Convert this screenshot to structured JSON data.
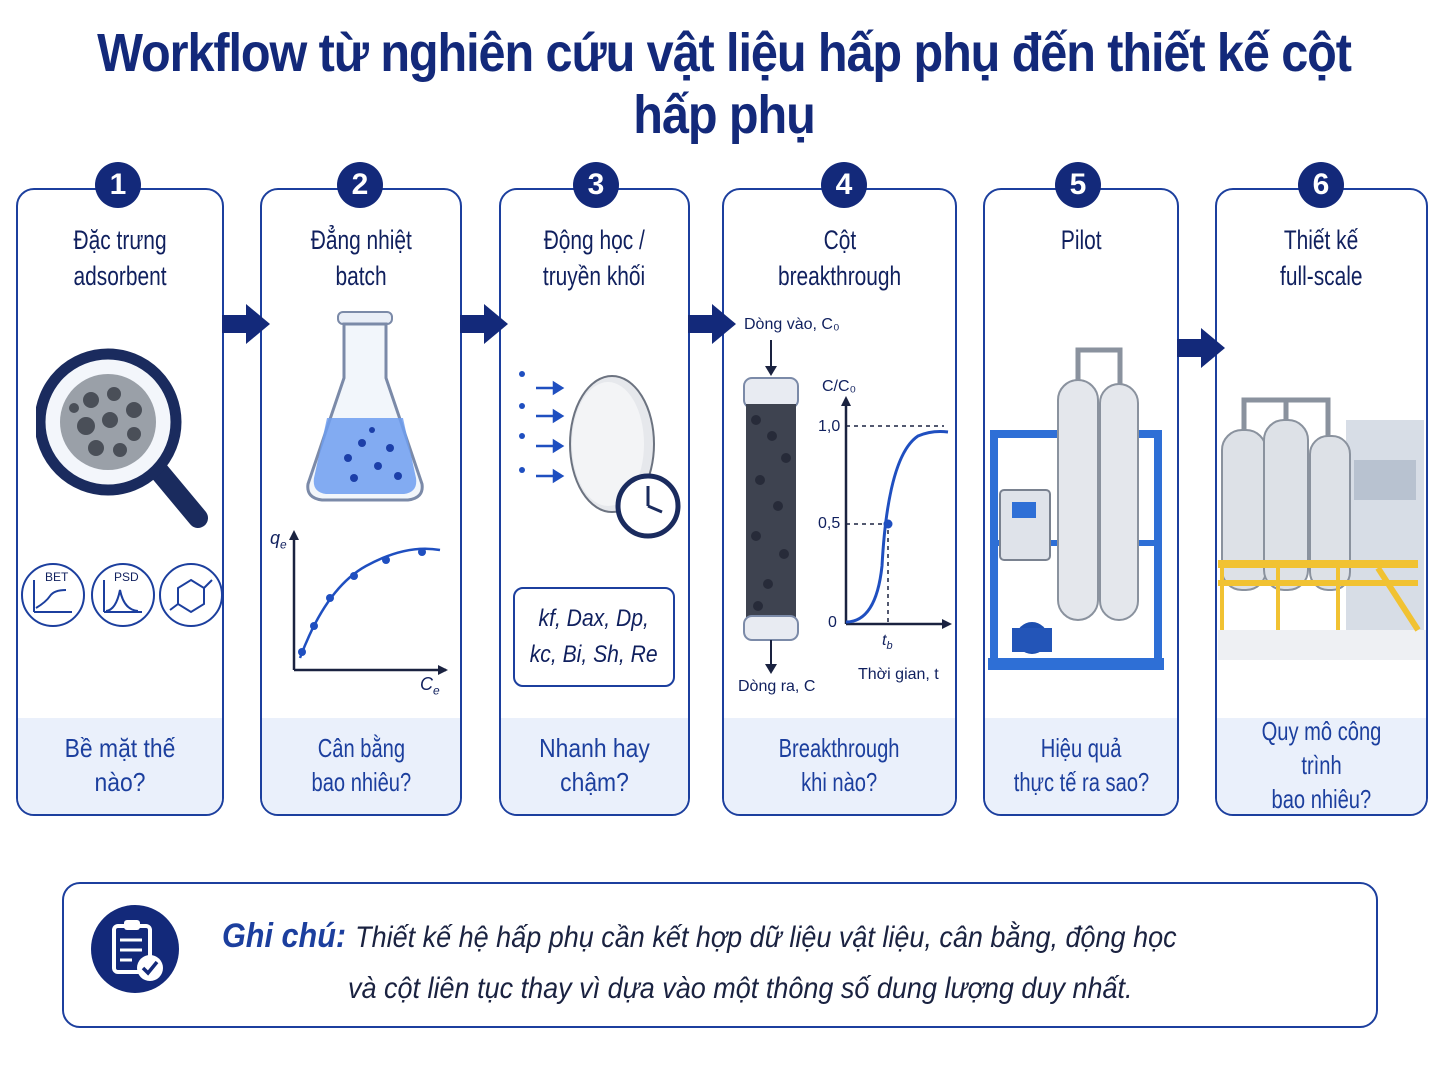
{
  "title": "Workflow từ nghiên cứu vật liệu hấp phụ đến thiết kế cột hấp phụ",
  "steps": [
    {
      "num": "1",
      "title1": "Đặc trưng",
      "title2": "adsorbent",
      "q1": "Bề mặt thế nào?",
      "q2": ""
    },
    {
      "num": "2",
      "title1": "Đẳng nhiệt",
      "title2": "batch",
      "q1": "Cân bằng",
      "q2": "bao nhiêu?"
    },
    {
      "num": "3",
      "title1": "Động học /",
      "title2": "truyền khối",
      "q1": "Nhanh hay chậm?",
      "q2": ""
    },
    {
      "num": "4",
      "title1": "Cột",
      "title2": "breakthrough",
      "q1": "Breakthrough",
      "q2": "khi nào?"
    },
    {
      "num": "5",
      "title1": "Pilot",
      "title2": "",
      "q1": "Hiệu quả",
      "q2": "thực tế ra sao?"
    },
    {
      "num": "6",
      "title1": "Thiết kế",
      "title2": "full-scale",
      "q1": "Quy mô công trình",
      "q2": "bao nhiêu?"
    }
  ],
  "step1": {
    "bet": "BET",
    "psd": "PSD"
  },
  "step2": {
    "y_label": "q",
    "y_sub": "e",
    "x_label": "C",
    "x_sub": "e"
  },
  "step3": {
    "params_line1": "kf, Dax, Dp,",
    "params_line2": "kc, Bi, Sh, Re"
  },
  "step4": {
    "inlet": "Dòng vào, C₀",
    "outlet": "Dòng ra, C",
    "y_axis": "C/C₀",
    "tick_1": "1,0",
    "tick_05": "0,5",
    "tick_0": "0",
    "tb": "t",
    "tb_sub": "b",
    "x_axis": "Thời gian, t"
  },
  "note": {
    "label": "Ghi chú:",
    "line1": "Thiết kế hệ hấp phụ cần kết hợp dữ liệu vật liệu, cân bằng, động học",
    "line2": "và cột liên tục thay vì dựa vào một thông số dung lượng duy nhất."
  },
  "colors": {
    "primary": "#13297a",
    "accent": "#1c3f9e",
    "light": "#eaf0fb",
    "curve": "#1f4fc0"
  }
}
